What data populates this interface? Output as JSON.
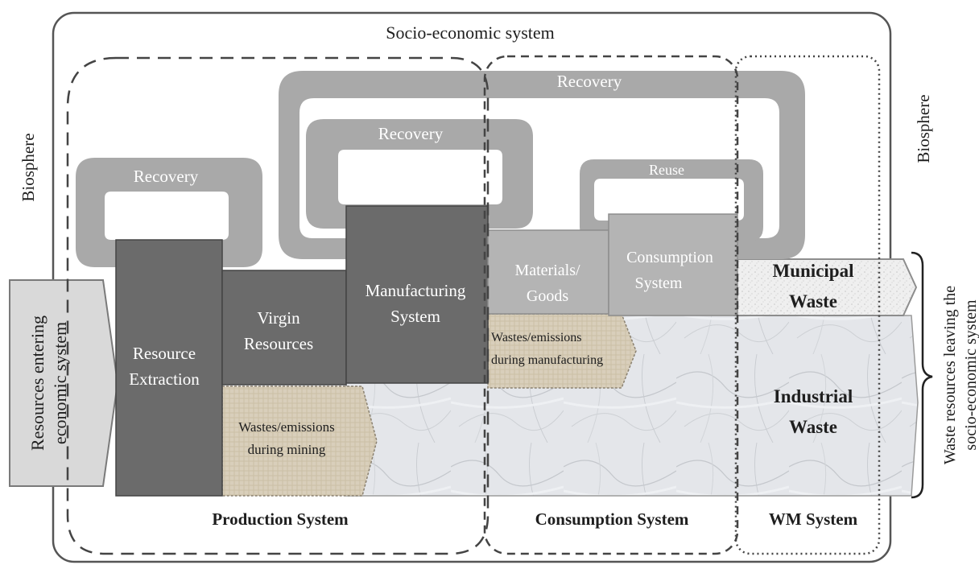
{
  "outer_label": "Socio-economic system",
  "biosphere_left": "Biosphere",
  "biosphere_right": "Biosphere",
  "recovery_loops": [
    {
      "label": "Recovery"
    },
    {
      "label": "Recovery"
    },
    {
      "label": "Recovery"
    },
    {
      "label": "Reuse"
    }
  ],
  "input": {
    "line1": "Resources entering",
    "line2": "economic system"
  },
  "stages": {
    "resource_extraction": {
      "line1": "Resource",
      "line2": "Extraction"
    },
    "virgin_resources": {
      "line1": "Virgin",
      "line2": "Resources"
    },
    "manufacturing": {
      "line1": "Manufacturing",
      "line2": "System"
    },
    "materials_goods": {
      "line1": "Materials/",
      "line2": "Goods"
    },
    "consumption": {
      "line1": "Consumption",
      "line2": "System"
    }
  },
  "wastes": {
    "mining": {
      "line1": "Wastes/emissions",
      "line2": "during mining"
    },
    "manufacturing": {
      "line1": "Wastes/emissions",
      "line2": "during manufacturing"
    }
  },
  "outputs": {
    "municipal": {
      "line1": "Municipal",
      "line2": "Waste"
    },
    "industrial": {
      "line1": "Industrial",
      "line2": "Waste"
    }
  },
  "bracket_label": {
    "line1": "Waste resources leaving the",
    "line2": "socio-economic system"
  },
  "systems": {
    "production": "Production System",
    "consumption": "Consumption System",
    "wm": "WM System"
  },
  "colors": {
    "loop_gray": "#a9a9a9",
    "dark_box": "#6b6b6b",
    "mid_box": "#b4b4b4",
    "input_box": "#d9d9d9",
    "waste_beige": "#d8cdb8",
    "marble": "#e6e8ec"
  }
}
